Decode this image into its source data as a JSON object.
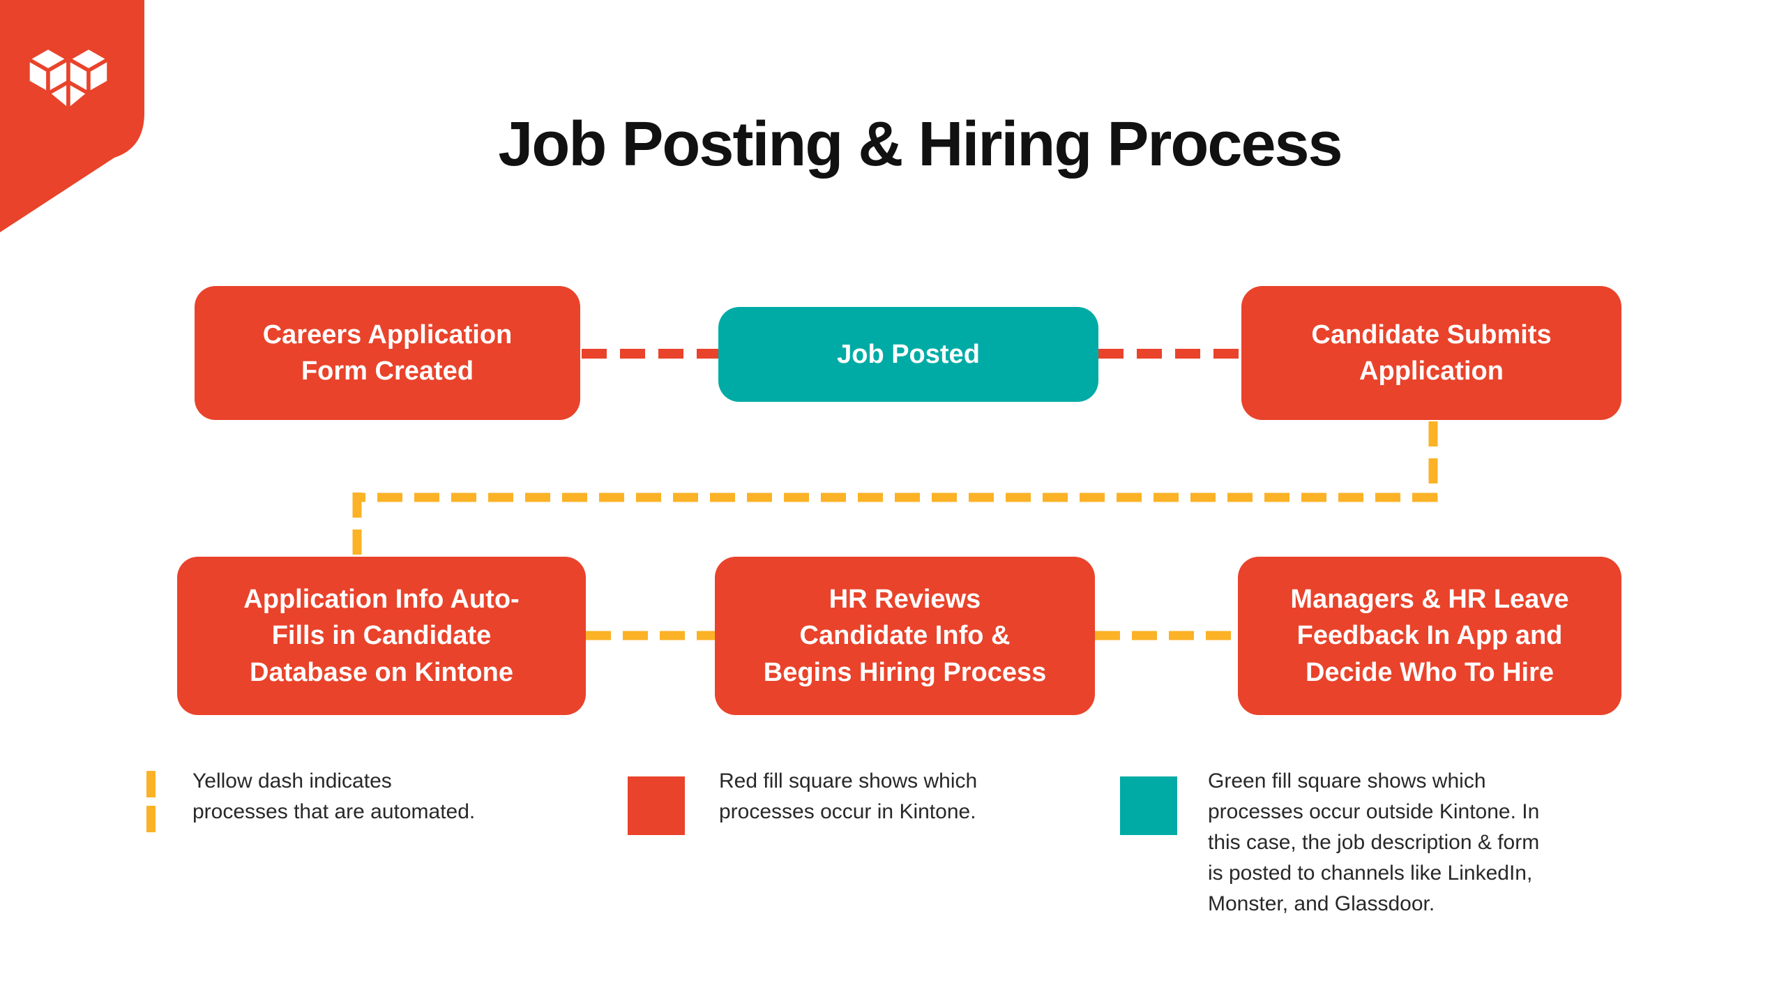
{
  "title": "Job Posting & Hiring Process",
  "colors": {
    "red": "#E9432B",
    "teal": "#00ABA5",
    "yellow": "#FBB226",
    "title": "#111111",
    "text": "#282828"
  },
  "logo": {
    "name": "kintone-heart-cubes-logo"
  },
  "flow": {
    "row1": [
      {
        "id": "careers-application-form-created",
        "label": "Careers Application\nForm Created",
        "color": "red"
      },
      {
        "id": "job-posted",
        "label": "Job Posted",
        "color": "teal"
      },
      {
        "id": "candidate-submits-application",
        "label": "Candidate Submits\nApplication",
        "color": "red"
      }
    ],
    "row2": [
      {
        "id": "application-info-autofills",
        "label": "Application Info Auto-\nFills in Candidate\nDatabase on Kintone",
        "color": "red"
      },
      {
        "id": "hr-reviews-candidate-info",
        "label": "HR Reviews\nCandidate Info &\nBegins Hiring Process",
        "color": "red"
      },
      {
        "id": "managers-hr-feedback",
        "label": "Managers & HR Leave\nFeedback In App and\nDecide Who To Hire",
        "color": "red"
      }
    ]
  },
  "legend": [
    {
      "symbol": "yellow-dash",
      "text": "Yellow dash indicates\nprocesses that are automated."
    },
    {
      "symbol": "red-fill-square",
      "text": "Red fill square shows which\nprocesses occur in Kintone."
    },
    {
      "symbol": "green-fill-square",
      "text": "Green fill square shows which\nprocesses occur outside Kintone. In\nthis case, the job description & form\nis posted to channels like LinkedIn,\nMonster, and Glassdoor."
    }
  ]
}
